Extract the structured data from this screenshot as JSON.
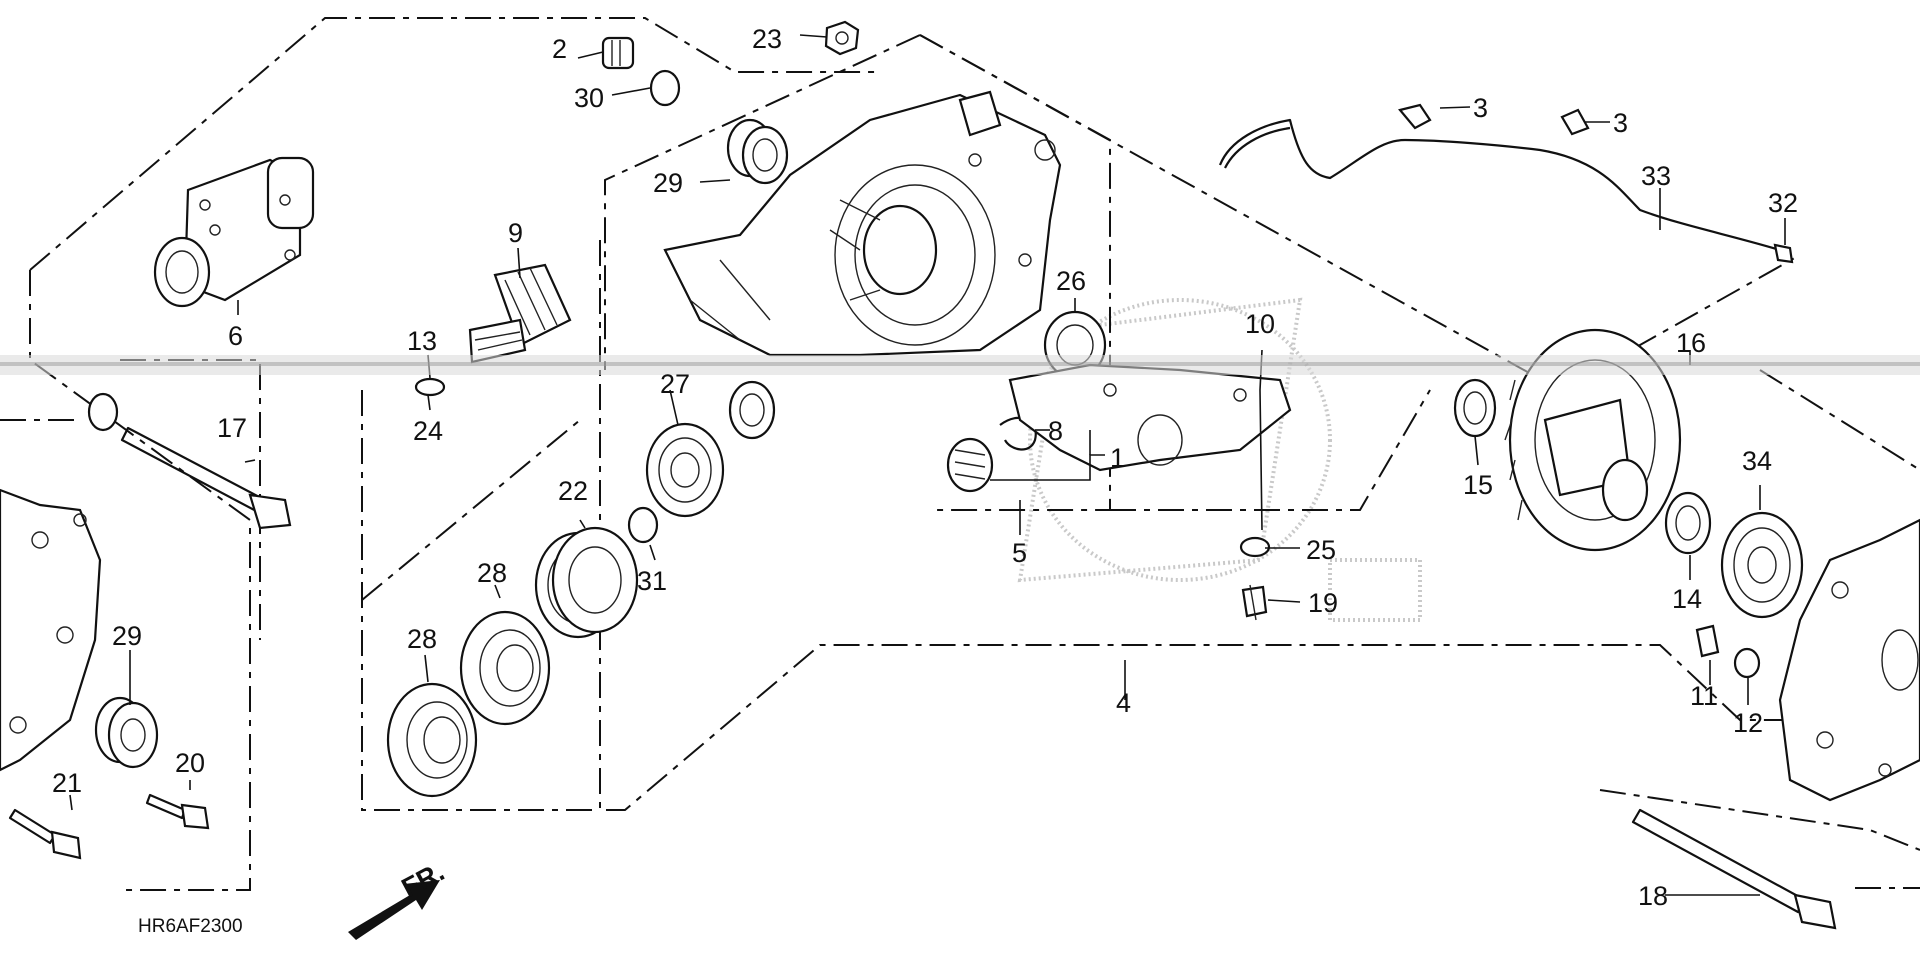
{
  "diagram": {
    "code": "HR6AF2300",
    "direction_label": "FR.",
    "callouts": [
      "1",
      "2",
      "3",
      "3",
      "4",
      "5",
      "6",
      "8",
      "9",
      "10",
      "11",
      "12",
      "13",
      "14",
      "15",
      "16",
      "17",
      "18",
      "19",
      "20",
      "21",
      "22",
      "23",
      "24",
      "25",
      "26",
      "27",
      "28",
      "28",
      "29",
      "29",
      "30",
      "31",
      "32",
      "33",
      "34"
    ]
  }
}
